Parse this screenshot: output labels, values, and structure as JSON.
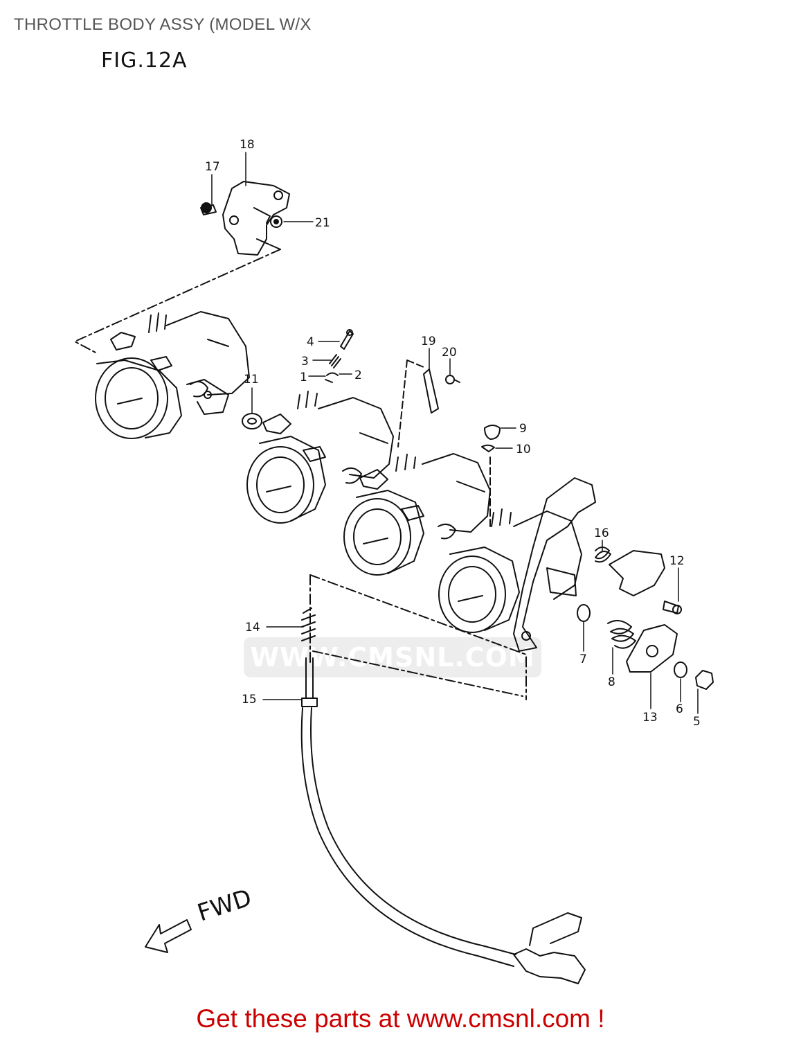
{
  "header": {
    "title": "THROTTLE BODY ASSY (MODEL W/X",
    "figure": "FIG.12A"
  },
  "watermark": {
    "text": "WWW.CMSNL.COM"
  },
  "direction": {
    "label": "FWD"
  },
  "callouts": [
    "1",
    "2",
    "3",
    "4",
    "5",
    "6",
    "7",
    "8",
    "9",
    "10",
    "11",
    "12",
    "13",
    "14",
    "15",
    "16",
    "17",
    "18",
    "19",
    "20",
    "21"
  ],
  "footer": {
    "text": "Get these parts at www.cmsnl.com !",
    "color": "#cc0000"
  }
}
